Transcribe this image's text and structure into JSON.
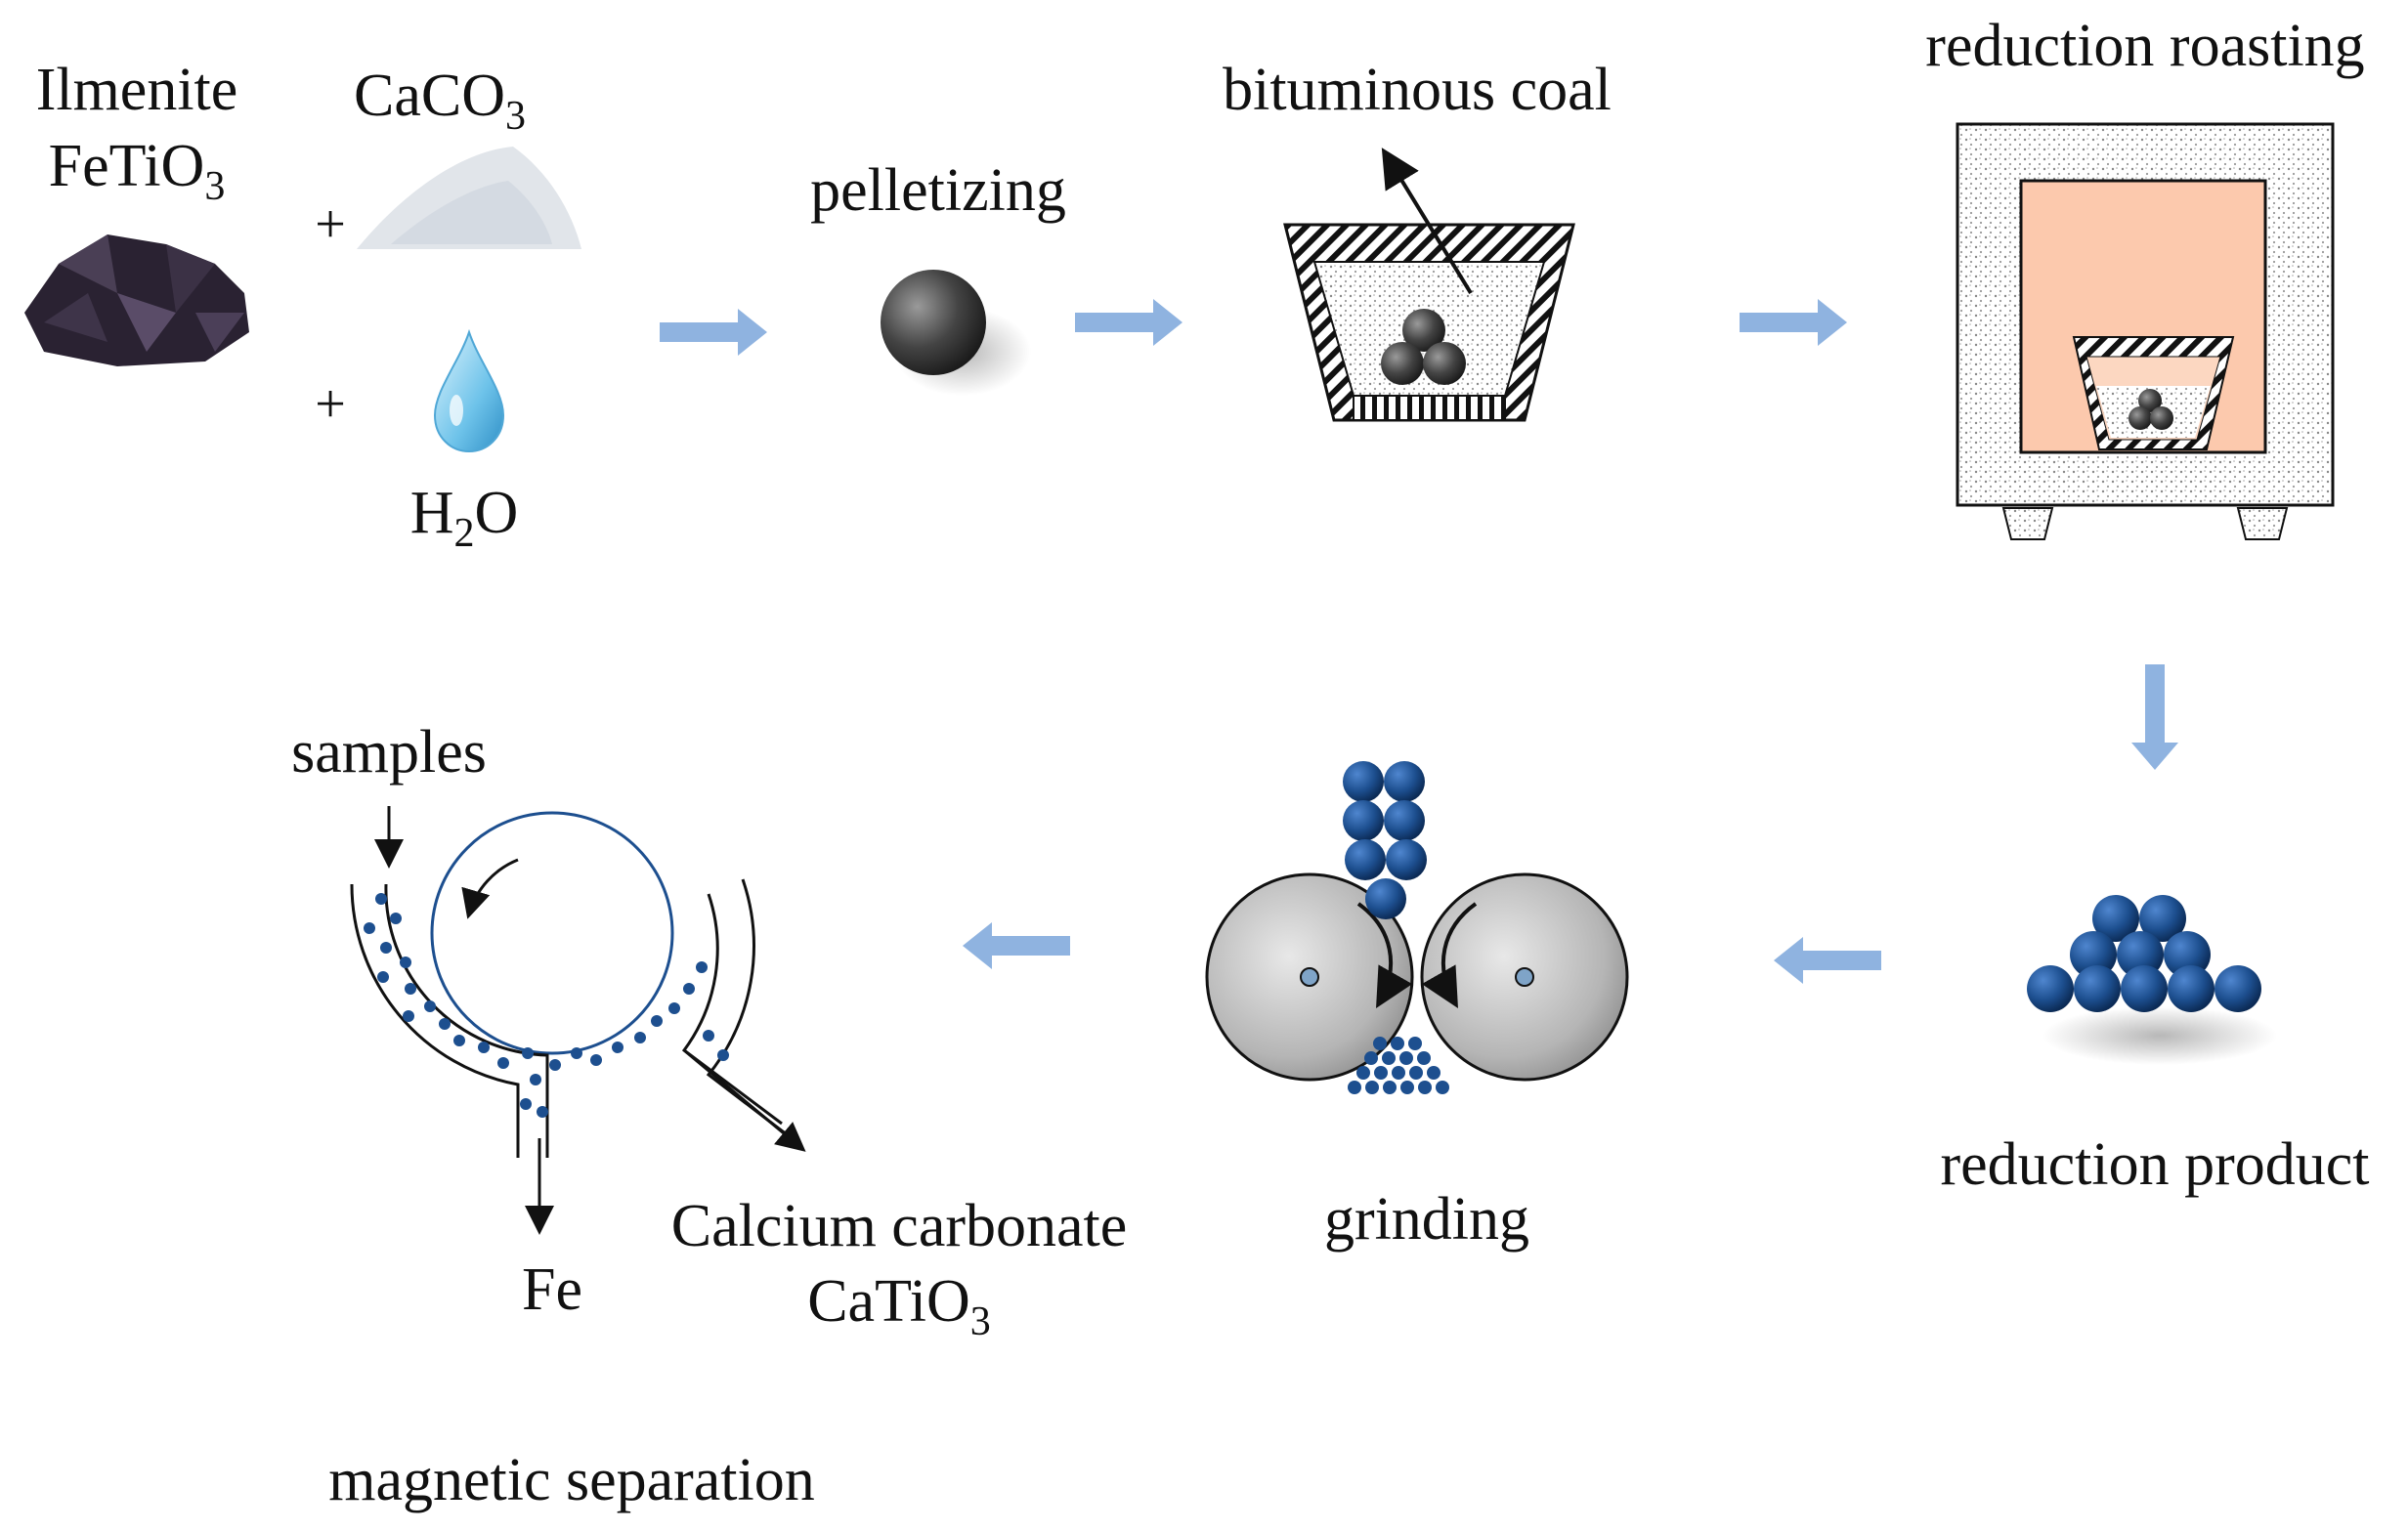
{
  "labels": {
    "ilmenite": "Ilmenite",
    "fetio3_main": "FeTiO",
    "fetio3_sub": "3",
    "caco3_main": "CaCO",
    "caco3_sub": "3",
    "h2o_h": "H",
    "h2o_sub": "2",
    "h2o_o": "O",
    "plus": "+",
    "pelletizing": "pelletizing",
    "bituminous_coal": "bituminous coal",
    "reduction_roasting": "reduction roasting",
    "reduction_product": "reduction product",
    "grinding": "grinding",
    "samples": "samples",
    "fe": "Fe",
    "calcium_carbonate": "Calcium carbonate",
    "catio3_main": "CaTiO",
    "catio3_sub": "3",
    "magnetic_separation": "magnetic separation"
  },
  "colors": {
    "flow_arrow": "#8fb3e0",
    "pellet_blue": "#1d4f8f",
    "furnace_chamber": "#fcc9ad",
    "water_drop": "#6ec3ea",
    "ilmenite_rock": "#2a2232"
  },
  "icons": {
    "ore": "ilmenite-rock-icon",
    "powder": "calcium-carbonate-powder-icon",
    "water": "water-drop-icon",
    "pellet": "pellet-ball-icon",
    "crucible": "crucible-icon",
    "furnace": "furnace-icon",
    "product": "reduction-product-pile-icon",
    "rollers": "grinding-rollers-icon",
    "separator": "magnetic-separator-icon"
  }
}
